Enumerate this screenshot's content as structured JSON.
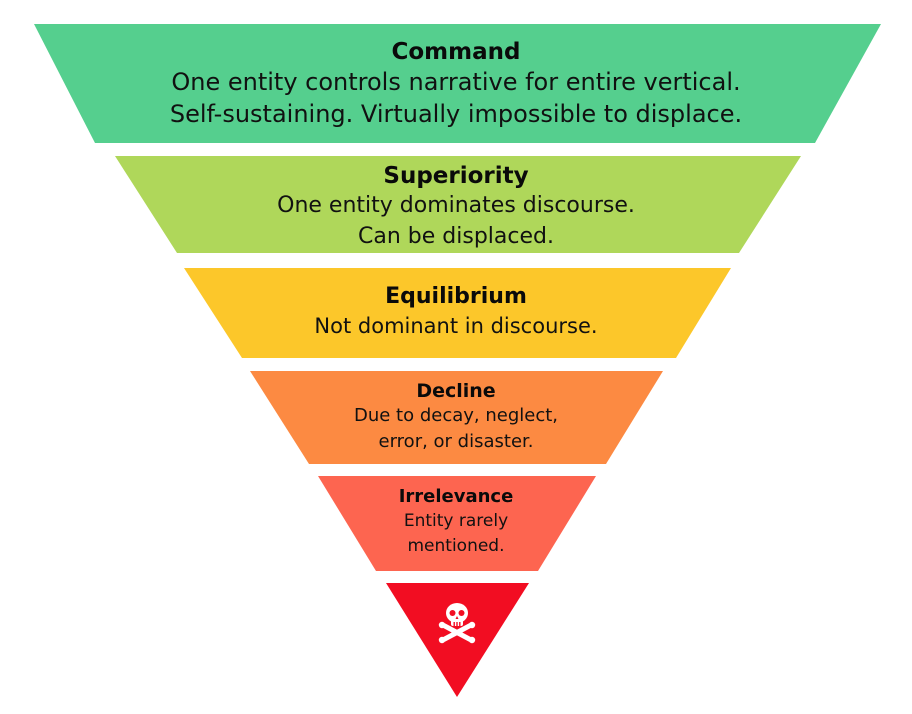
{
  "tiers": [
    {
      "title": "Command",
      "lines": [
        "One entity controls narrative for entire vertical.",
        "Self-sustaining. Virtually impossible to displace."
      ],
      "color": "#55cf8e"
    },
    {
      "title": "Superiority",
      "lines": [
        "One entity dominates discourse.",
        "Can be displaced."
      ],
      "color": "#afd75a"
    },
    {
      "title": "Equilibrium",
      "lines": [
        "Not dominant in discourse."
      ],
      "color": "#fcc72a"
    },
    {
      "title": "Decline",
      "lines": [
        "Due to decay, neglect,",
        "error, or disaster."
      ],
      "color": "#fc8a42"
    },
    {
      "title": "Irrelevance",
      "lines": [
        "Entity rarely",
        "mentioned."
      ],
      "color": "#fd6550"
    }
  ],
  "bottom": {
    "icon": "skull-crossbones-icon",
    "color": "#f20d22"
  }
}
